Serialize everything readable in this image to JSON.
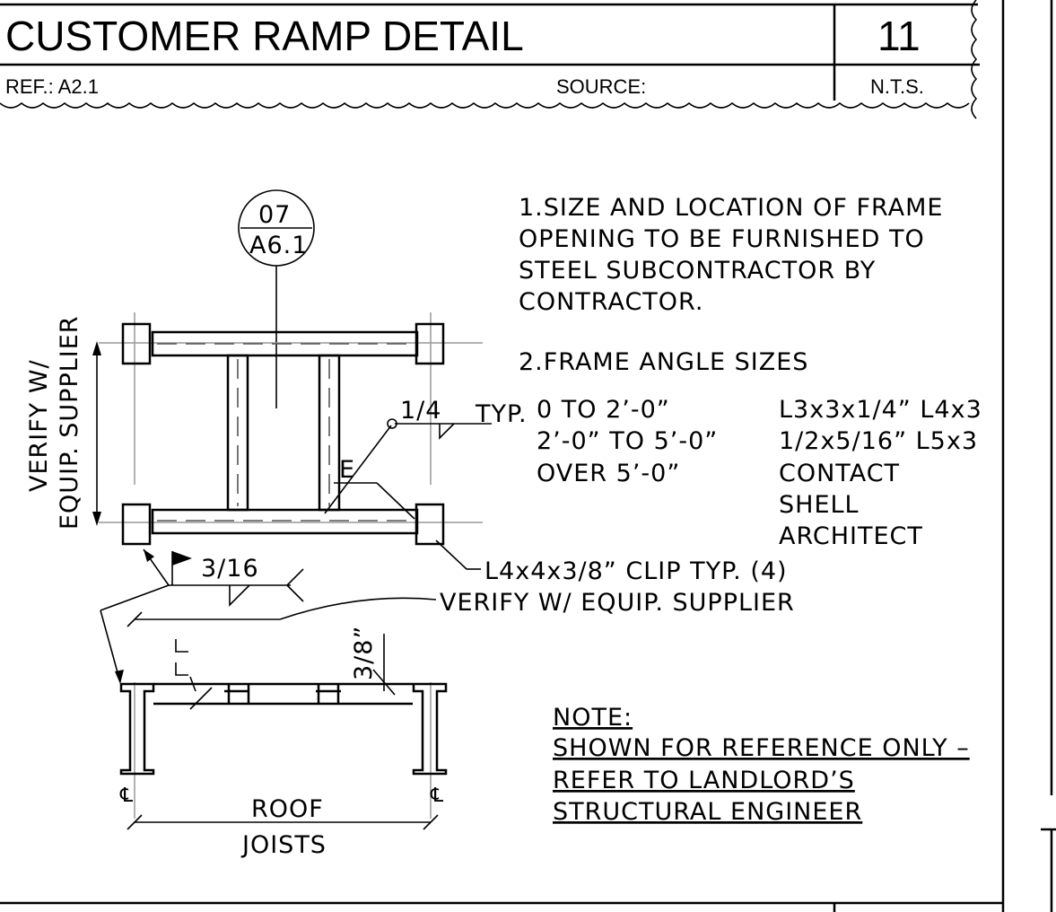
{
  "title_block": {
    "title": "CUSTOMER RAMP DETAIL",
    "sheet_number": "11",
    "ref": "REF.: A2.1",
    "source": "SOURCE:",
    "scale": "N.T.S."
  },
  "callout": {
    "top": "07",
    "bottom": "A6.1"
  },
  "notes": {
    "note1": [
      "1.SIZE AND LOCATION OF FRAME",
      "OPENING TO BE FURNISHED  TO",
      "STEEL SUBCONTRACTOR BY",
      "CONTRACTOR."
    ],
    "note2_title": "2.FRAME ANGLE SIZES",
    "sizes_left": [
      "0 TO 2’-0”",
      "2’-0” TO 5’-0”",
      "OVER 5’-0”"
    ],
    "sizes_right": [
      "L3x3x1/4” L4x3",
      "1/2x5/16” L5x3",
      "CONTACT",
      "SHELL",
      "ARCHITECT"
    ]
  },
  "labels": {
    "weld_quarter": "1/4",
    "typ": "TYP.",
    "e": "E",
    "weld_3_16": "3/16",
    "clip": "L4x4x3/8” CLIP TYP. (4)",
    "verify_supplier": "VERIFY W/ EQUIP. SUPPLIER",
    "verify_vertical_1": "VERIFY W/",
    "verify_vertical_2": "EQUIP. SUPPLIER",
    "three_eighths": "3/8”",
    "roof": "ROOF",
    "joists": "JOISTS",
    "centerline": "℄"
  },
  "reference_note": {
    "heading": "NOTE:",
    "lines": [
      "SHOWN FOR REFERENCE ONLY –",
      "REFER TO LANDLORD’S",
      "STRUCTURAL ENGINEER"
    ]
  }
}
